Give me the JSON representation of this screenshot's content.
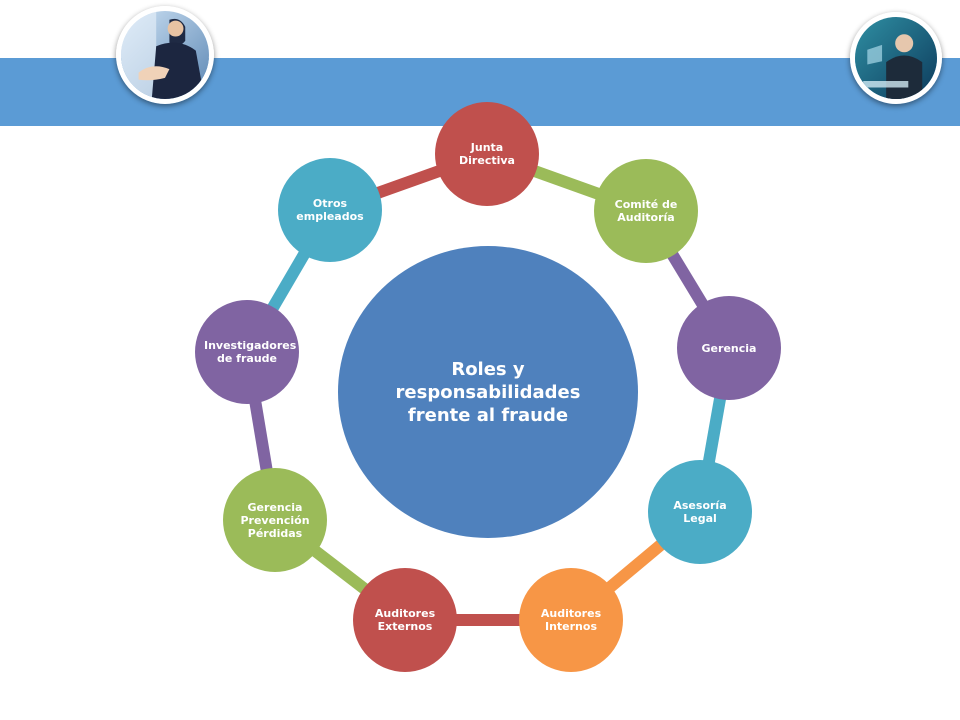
{
  "diagram": {
    "center": {
      "label": "Roles y responsabilidades frente al fraude",
      "color": "#4f81bd"
    },
    "nodes": [
      {
        "label": "Junta Directiva",
        "color": "#c0504d",
        "connector_color": "#c0504d"
      },
      {
        "label": "Comité de Auditoría",
        "color": "#9bbb59",
        "connector_color": "#9bbb59"
      },
      {
        "label": "Gerencia",
        "color": "#8064a2",
        "connector_color": "#8064a2"
      },
      {
        "label": "Asesoría Legal",
        "color": "#4bacc6",
        "connector_color": "#4bacc6"
      },
      {
        "label": "Auditores Internos",
        "color": "#f79646",
        "connector_color": "#f79646"
      },
      {
        "label": "Auditores Externos",
        "color": "#c0504d",
        "connector_color": "#c0504d"
      },
      {
        "label": "Gerencia Prevención Pérdidas",
        "color": "#9bbb59",
        "connector_color": "#9bbb59"
      },
      {
        "label": "Investigadores de fraude",
        "color": "#8064a2",
        "connector_color": "#8064a2"
      },
      {
        "label": "Otros empleados",
        "color": "#4bacc6",
        "connector_color": "#4bacc6"
      }
    ]
  },
  "header": {
    "banner_color": "#5b9bd5",
    "photos": [
      {
        "icon": "business-handshake-photo-icon"
      },
      {
        "icon": "business-meeting-photo-icon"
      }
    ]
  }
}
